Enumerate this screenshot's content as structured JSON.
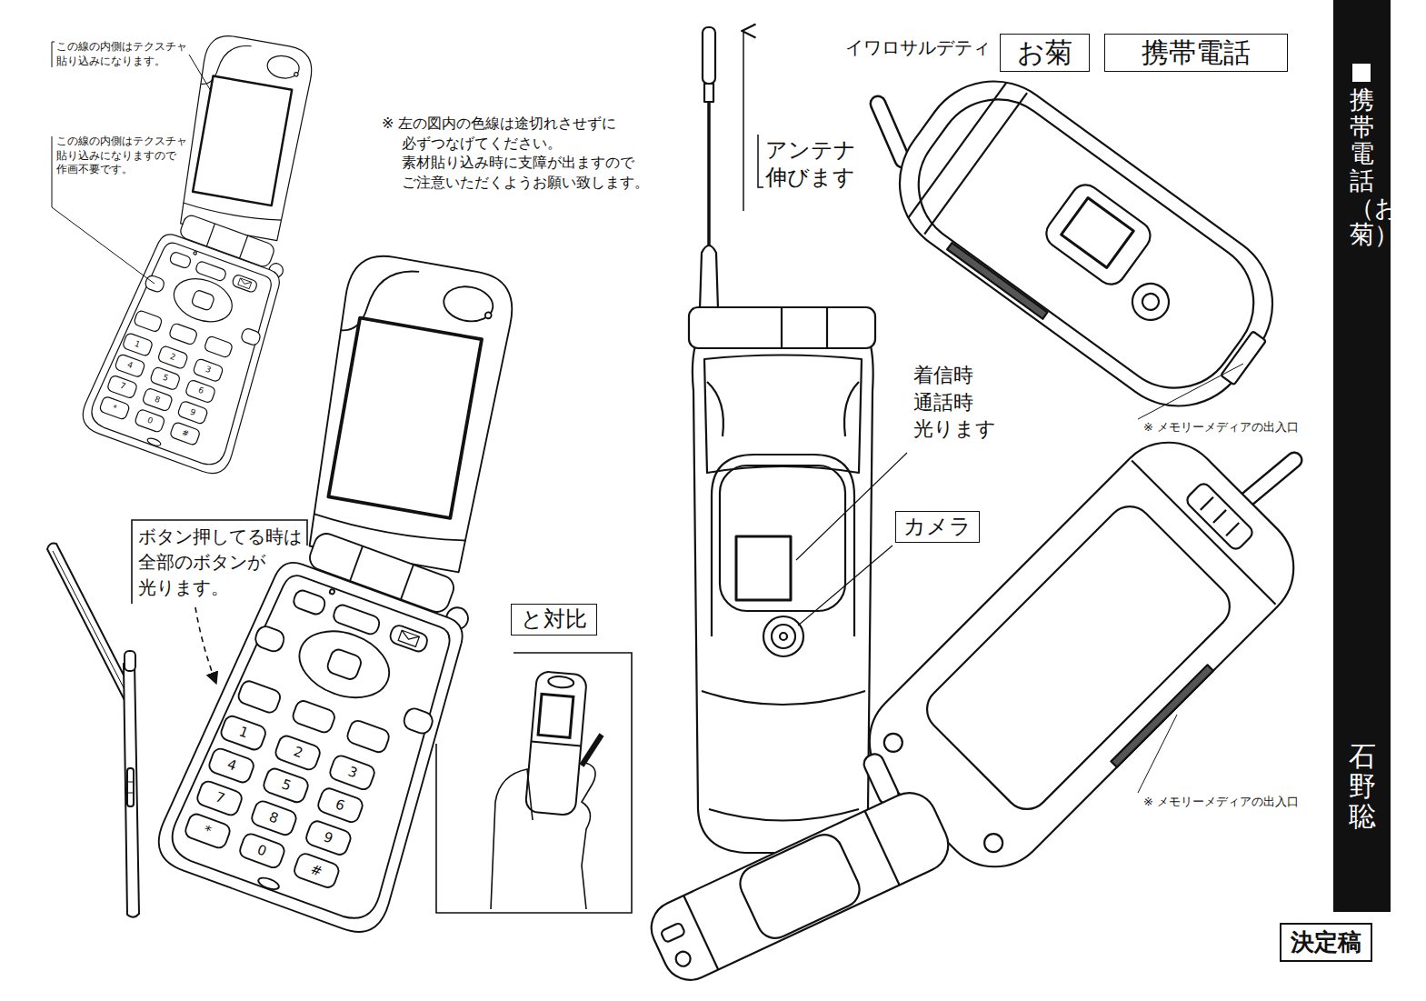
{
  "diagram": {
    "nodes": [
      {
        "text": [
          "お菊"
        ]
      },
      {
        "text": [
          "携帯電話"
        ]
      },
      {
        "text": [
          "カメラ"
        ]
      },
      {
        "text": [
          "と対比"
        ]
      },
      {
        "text": [
          "携帯電話（お菊）",
          "石野聡"
        ]
      },
      {
        "text": [
          "決定稿"
        ]
      }
    ],
    "labels": [
      "イワロサルデティ",
      "この線の内側はテクスチャ 貼り込みになります。",
      "この線の内側はテクスチャ 貼り込みになりますので 作画不要です。",
      "※ 左の図内の色線は途切れさせずに 必ずつなげてください。 素材貼り込み時に支障が出ますので ご注意いただくようお願い致します。",
      "アンテナ 伸びます",
      "着信時 通話時 光ります",
      "ボタン押してる時は 全部のボタンが 光ります。",
      "※ メモリーメディアの出入口",
      "※ メモリーメディアの出入口",
      "1",
      "2",
      "3",
      "4",
      "5",
      "6",
      "7",
      "8",
      "9",
      "*",
      "0",
      "#",
      "1",
      "2",
      "3",
      "4",
      "5",
      "6",
      "7",
      "8",
      "9",
      "*",
      "0",
      "#"
    ]
  }
}
